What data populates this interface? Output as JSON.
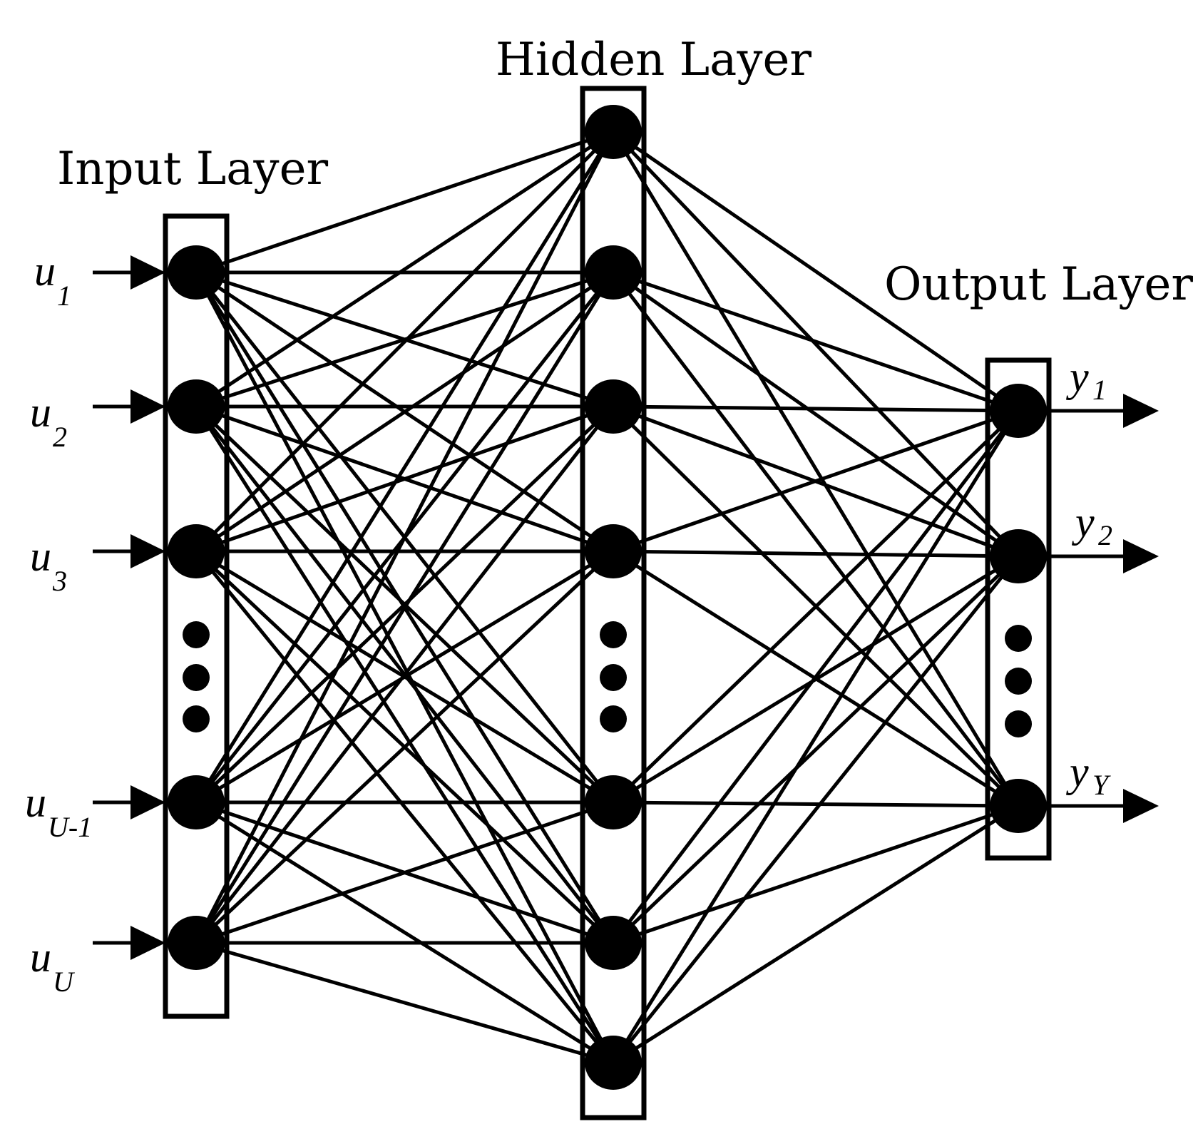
{
  "titles": {
    "input": "Input Layer",
    "hidden": "Hidden Layer",
    "output": "Output Layer"
  },
  "inputs": [
    {
      "var": "u",
      "sub": "1"
    },
    {
      "var": "u",
      "sub": "2"
    },
    {
      "var": "u",
      "sub": "3"
    },
    {
      "var": "u",
      "sub": "U-1"
    },
    {
      "var": "u",
      "sub": "U"
    }
  ],
  "outputs": [
    {
      "var": "y",
      "sub": "1"
    },
    {
      "var": "y",
      "sub": "2"
    },
    {
      "var": "y",
      "sub": "Y"
    }
  ],
  "hidden_node_count": 7,
  "ellipsis_dots_per_layer": 3,
  "connectivity": "fully-connected"
}
